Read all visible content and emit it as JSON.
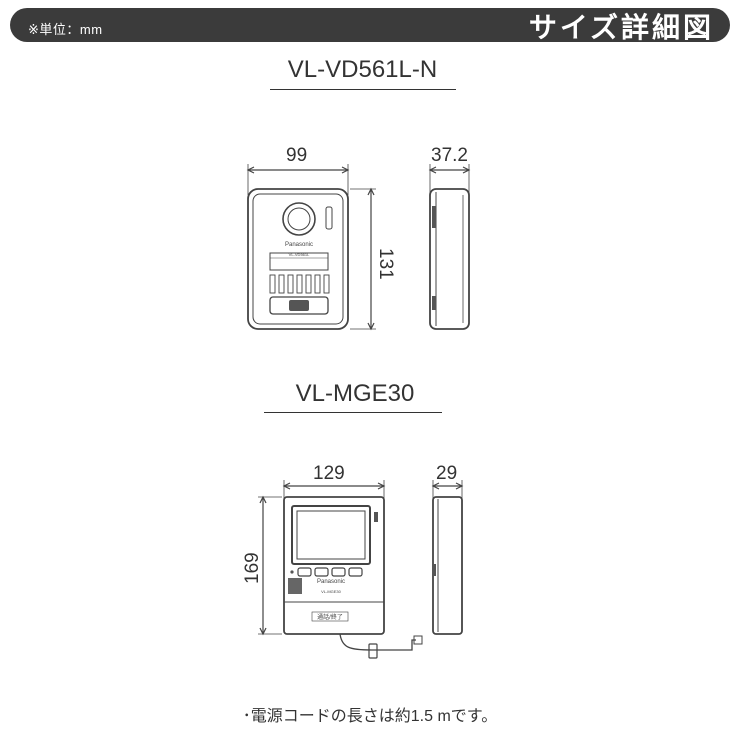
{
  "header": {
    "unit_note": "※単位：mm",
    "title": "サイズ詳細図"
  },
  "door_station": {
    "model": "VL-VD561L-N",
    "width": "99",
    "depth": "37.2",
    "height": "131",
    "brand_label": "Panasonic",
    "model_label": "VL-VD561L"
  },
  "monitor": {
    "model": "VL-MGE30",
    "width": "129",
    "depth": "29",
    "height": "169",
    "brand_label": "Panasonic",
    "model_label": "VL-MGE30",
    "button_label": "通話/終了"
  },
  "footnote": "･電源コードの長さは約1.5 mです。"
}
